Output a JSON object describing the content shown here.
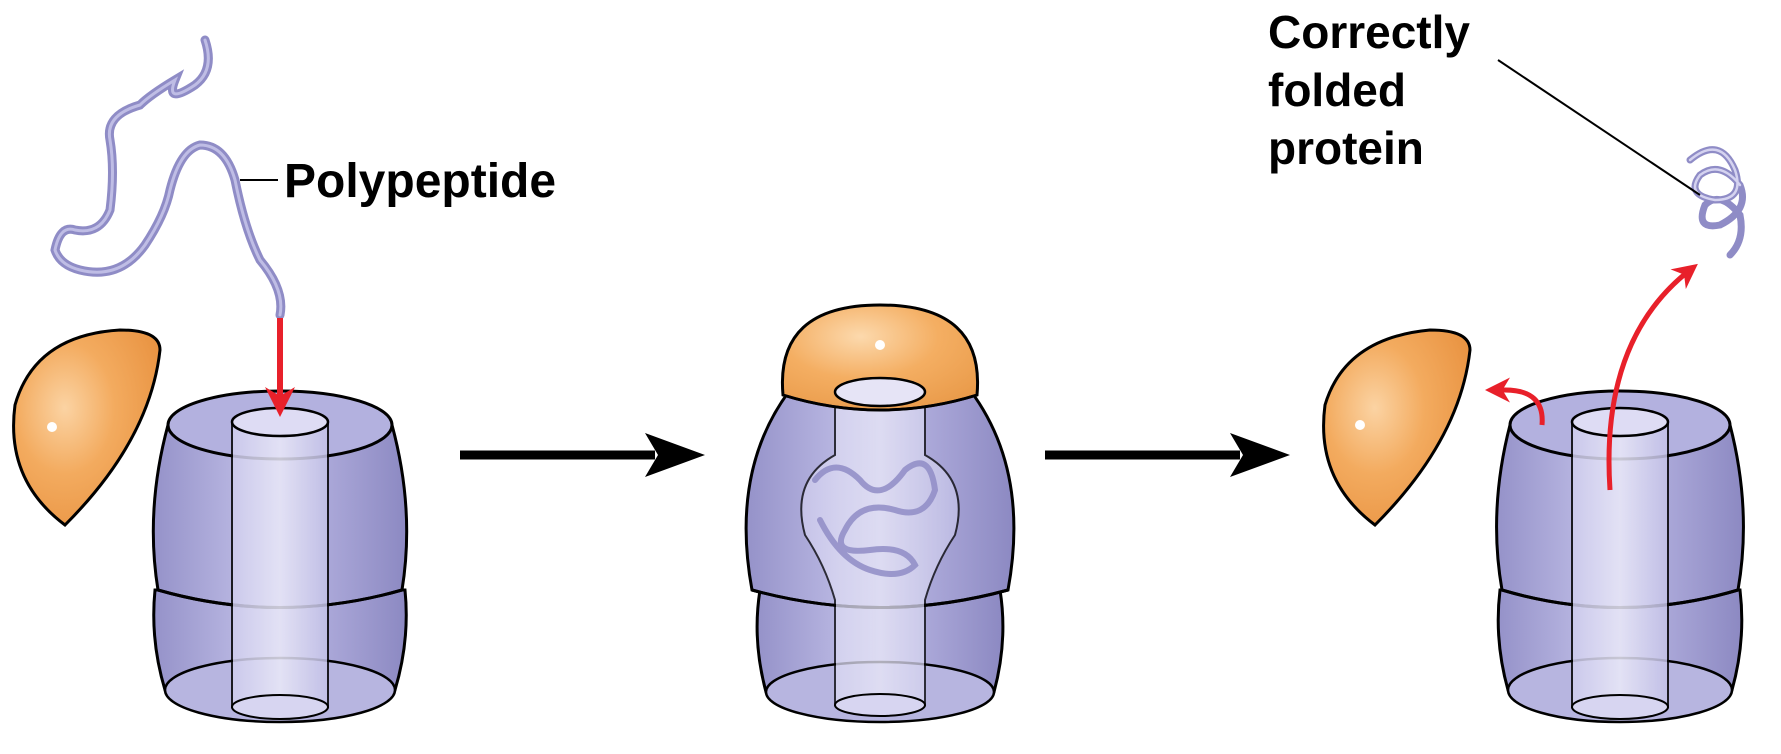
{
  "labels": {
    "polypeptide": "Polypeptide",
    "folded": [
      "Correctly",
      "folded",
      "protein"
    ]
  },
  "colors": {
    "chaperonin_body": "#a8a6d8",
    "chaperonin_dark": "#8f8cc6",
    "chaperonin_light": "#c9c8ea",
    "cap": "#f0a75a",
    "cap_dark": "#e28a3e",
    "polypeptide": "#9d9ad0",
    "arrow_red": "#e8202a",
    "arrow_black": "#000000"
  },
  "icons": [
    "chaperonin-complex-icon",
    "groes-cap-icon",
    "polypeptide-chain-icon",
    "folded-protein-icon"
  ]
}
